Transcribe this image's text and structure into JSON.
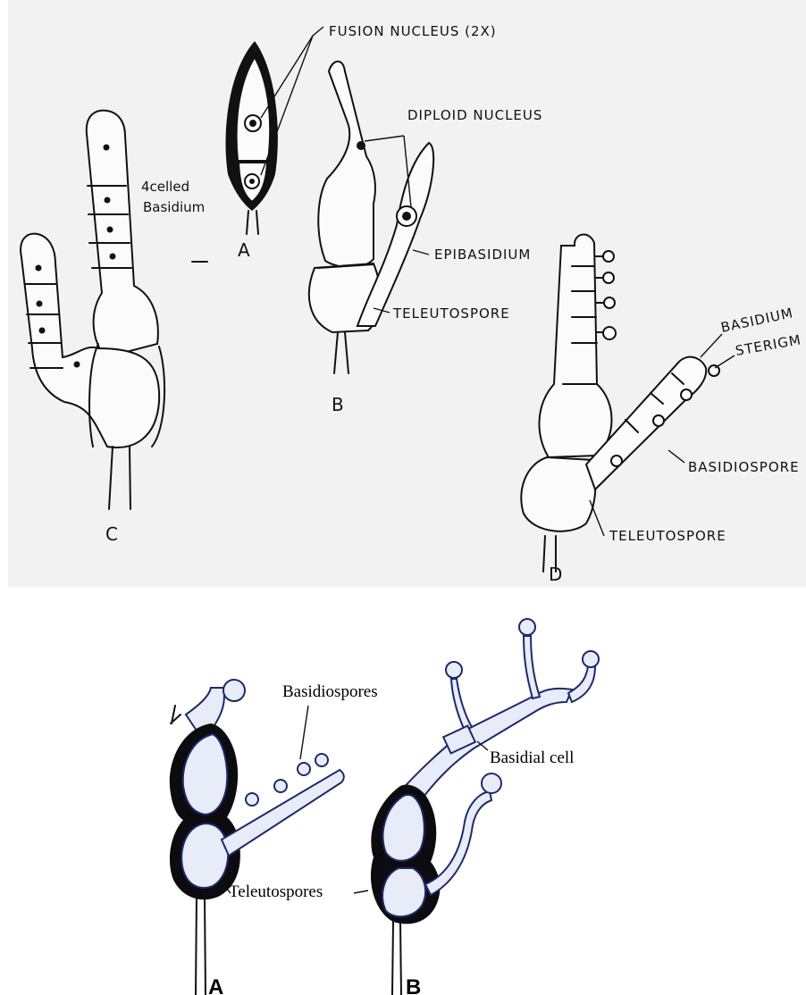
{
  "top_figure": {
    "labels": {
      "fusion_nucleus": "FUSION NUCLEUS (2X)",
      "diploid_nucleus": "DIPLOID NUCLEUS",
      "four_celled_basidium_line1": "4celled",
      "four_celled_basidium_line2": "Basidium",
      "epibasidium": "EPIBASIDIUM",
      "teleutospore_b": "TELEUTOSPORE",
      "basidium": "BASIDIUM",
      "sterigma": "STERIGM",
      "basidiospore": "BASIDIOSPORE",
      "teleutospore_d": "TELEUTOSPORE"
    },
    "panel_letters": {
      "a": "A",
      "b": "B",
      "c": "C",
      "d": "D"
    }
  },
  "bottom_figure": {
    "labels": {
      "basidiospores": "Basidiospores",
      "basidial_cell": "Basidial cell",
      "teleutospores": "Teleutospores"
    },
    "panel_letters": {
      "a": "A",
      "b": "B"
    }
  },
  "colors": {
    "top_background": "#f2f2f2",
    "ink": "#111111",
    "bottom_stipple": "#e8ecf8"
  }
}
